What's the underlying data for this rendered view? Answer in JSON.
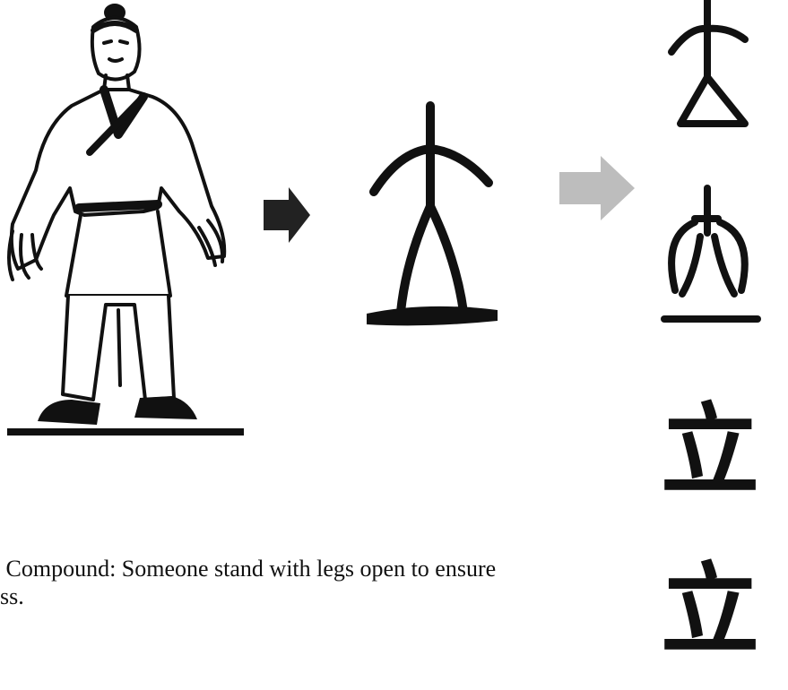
{
  "caption": {
    "line1": " Compound: Someone stand with legs open to ensure",
    "line2": "ss."
  },
  "arrows": {
    "dark": {
      "color": "#222222"
    },
    "grey": {
      "color": "#bdbdbd"
    }
  },
  "evolution": {
    "clerical_glyph": "立",
    "regular_glyph": "立"
  }
}
